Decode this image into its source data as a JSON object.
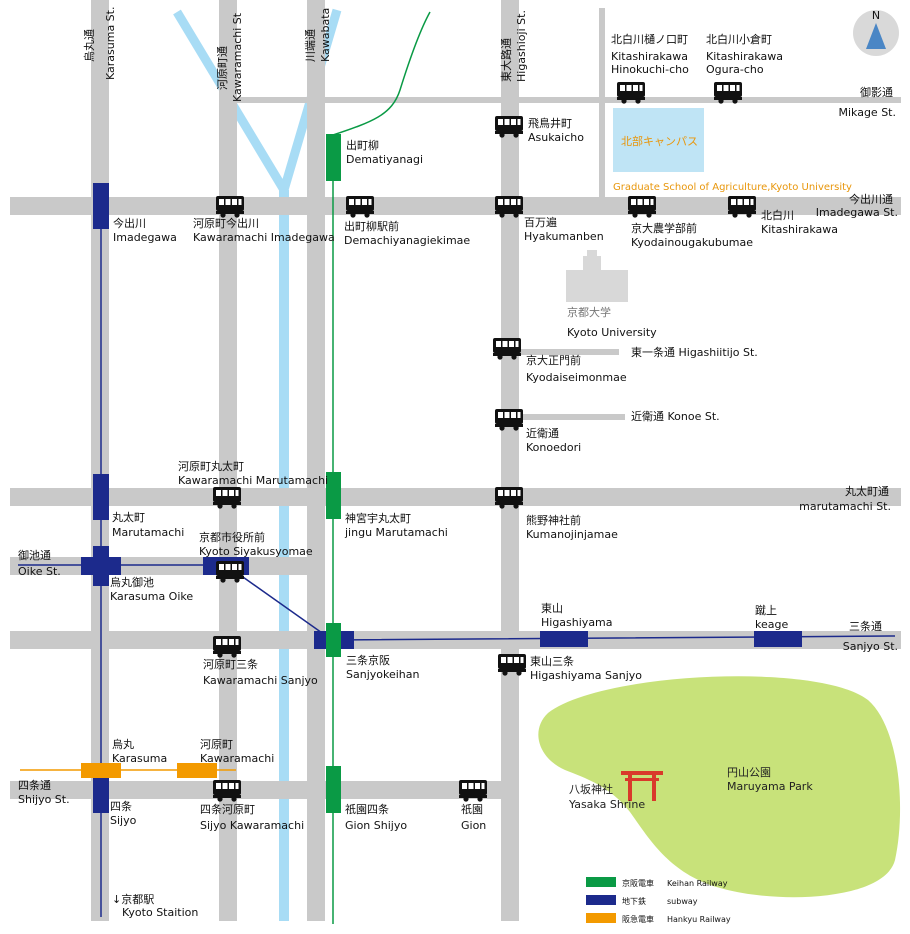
{
  "streets": {
    "karasuma": {
      "jp": "烏丸通",
      "en": "Karasuma St."
    },
    "kawaramachi": {
      "jp": "河原町通",
      "en": "Kawaramachi St"
    },
    "kawabata": {
      "jp": "川端通",
      "en": "Kawabata"
    },
    "higashioji": {
      "jp": "東大路通",
      "en": "Higashioji St."
    },
    "mikage": {
      "jp": "御影通",
      "en": "Mikage St."
    },
    "imadegawa": {
      "jp": "今出川通",
      "en": "Imadegawa St."
    },
    "higashiitijo": {
      "text": "東一条通  Higashiitijo St."
    },
    "konoe": {
      "text": "近衛通  Konoe St."
    },
    "marutamachi": {
      "jp": "丸太町通",
      "en": "marutamachi St."
    },
    "oike": {
      "jp": "御池通",
      "en": "Oike St."
    },
    "sanjyo": {
      "jp": "三条通",
      "en": "Sanjyo St."
    },
    "shijyo": {
      "jp": "四条通",
      "en": "Shijyo St."
    }
  },
  "places": {
    "hinokuchi": {
      "jp": "北白川樋ノ口町",
      "en1": "Kitashirakawa",
      "en2": "Hinokuchi-cho"
    },
    "ogura": {
      "jp": "北白川小倉町",
      "en1": "Kitashirakawa",
      "en2": "Ogura-cho"
    },
    "asukaicho": {
      "jp": "飛鳥井町",
      "en": "Asukaicho"
    },
    "campus": {
      "jp": "北部キャンパス",
      "en": "Graduate School of Agriculture,Kyoto University"
    },
    "demachiyanagi": {
      "jp": "出町柳",
      "en": "Dematiyanagi"
    },
    "imadegawa_st": {
      "jp": "今出川",
      "en": "Imadegawa"
    },
    "kawaramachi_imadegawa": {
      "jp": "河原町今出川",
      "en": "Kawaramachi Imadegawa"
    },
    "demachiyanagiekimae": {
      "jp": "出町柳駅前",
      "en": "Demachiyanagiekimae"
    },
    "hyakumanben": {
      "jp": "百万遍",
      "en": "Hyakumanben"
    },
    "kyodainougakubumae": {
      "jp": "京大農学部前",
      "en": "Kyodainougakubumae"
    },
    "kitashirakawa": {
      "jp": "北白川",
      "en": "Kitashirakawa"
    },
    "kyoto_university": {
      "jp": "京都大学",
      "en": "Kyoto University"
    },
    "kyodaiseimonmae": {
      "jp": "京大正門前",
      "en": "Kyodaiseimonmae"
    },
    "konoedori": {
      "jp": "近衛通",
      "en": "Konoedori"
    },
    "kawaramachi_marutamachi": {
      "jp": "河原町丸太町",
      "en": "Kawaramachi Marutamachi"
    },
    "marutamachi_st": {
      "jp": "丸太町",
      "en": "Marutamachi"
    },
    "jingu_marutamachi": {
      "jp": "神宮宇丸太町",
      "en": "jingu Marutamachi"
    },
    "kumanojinjamae": {
      "jp": "熊野神社前",
      "en": "Kumanojinjamae"
    },
    "kyoto_siyakusyomae": {
      "jp": "京都市役所前",
      "en": "Kyoto Siyakusyomae"
    },
    "karasuma_oike": {
      "jp": "烏丸御池",
      "en": "Karasuma Oike"
    },
    "higashiyama": {
      "jp": "東山",
      "en": "Higashiyama"
    },
    "keage": {
      "jp": "蹴上",
      "en": "keage"
    },
    "kawaramachi_sanjyo": {
      "jp": "河原町三条",
      "en": "Kawaramachi Sanjyo"
    },
    "sanjyokeihan": {
      "jp": "三条京阪",
      "en": "Sanjyokeihan"
    },
    "higashiyama_sanjyo": {
      "jp": "東山三条",
      "en": "Higashiyama Sanjyo"
    },
    "karasuma_st": {
      "jp": "烏丸",
      "en": "Karasuma"
    },
    "kawaramachi_st": {
      "jp": "河原町",
      "en": "Kawaramachi"
    },
    "sijyo": {
      "jp": "四条",
      "en": "Sijyo"
    },
    "sijyo_kawaramachi": {
      "jp": "四条河原町",
      "en": "Sijyo Kawaramachi"
    },
    "gion_shijyo": {
      "jp": "祇園四条",
      "en": "Gion Shijyo"
    },
    "gion": {
      "jp": "祇園",
      "en": "Gion"
    },
    "yasaka": {
      "jp": "八坂神社",
      "en": "Yasaka Shrine"
    },
    "maruyama": {
      "jp": "円山公園",
      "en": "Maruyama Park"
    },
    "kyoto_station": {
      "jp": "↓京都駅",
      "en": "Kyoto Staition"
    }
  },
  "compass": {
    "label": "N"
  },
  "legend": [
    {
      "jp": "京阪電車",
      "en": "Keihan Railway",
      "color": "#0a9a45"
    },
    {
      "jp": "地下鉄",
      "en": "subway",
      "color": "#1c2a8c"
    },
    {
      "jp": "阪急電車",
      "en": "Hankyu Railway",
      "color": "#f39a00"
    }
  ],
  "colors": {
    "road": "#c9c9c9",
    "river": "#a8dcf5",
    "keihan": "#0a9a45",
    "subway": "#1c2a8c",
    "hankyu": "#f39a00",
    "park": "#c8e27a",
    "campus_fill": "#bfe4f5",
    "campus_text": "#e8960b",
    "torii": "#d9392b"
  }
}
